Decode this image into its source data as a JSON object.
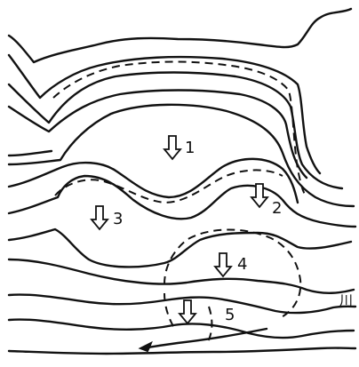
{
  "labels": {
    "zone1": "1",
    "zone2": "2",
    "zone3": "3",
    "zone4": "4",
    "zone5": "5",
    "river": "川"
  },
  "icons": {
    "down_arrow": "down-arrow-icon",
    "flow_arrow": "flow-left-arrow-icon"
  },
  "colors": {
    "line": "#111111",
    "background": "#ffffff"
  }
}
